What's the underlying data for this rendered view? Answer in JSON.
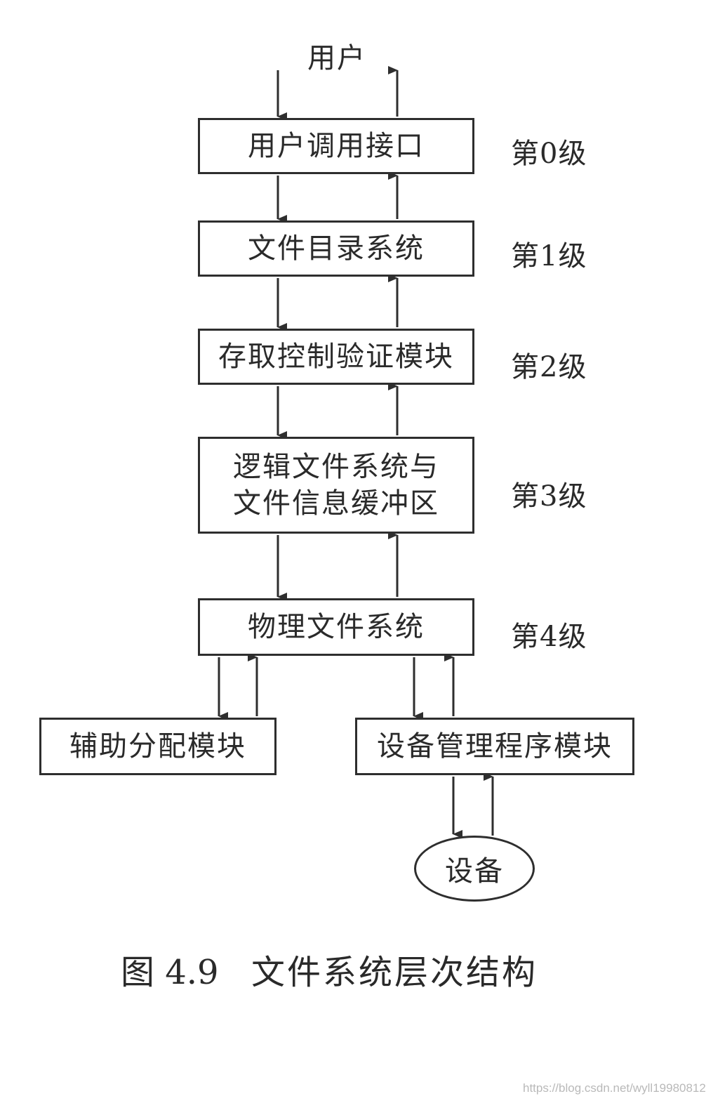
{
  "user_label": "用户",
  "levels": {
    "l0": {
      "box": "用户调用接口",
      "level": "第0级"
    },
    "l1": {
      "box": "文件目录系统",
      "level": "第1级"
    },
    "l2": {
      "box": "存取控制验证模块",
      "level": "第2级"
    },
    "l3": {
      "box_line1": "逻辑文件系统与",
      "box_line2": "文件信息缓冲区",
      "level": "第3级"
    },
    "l4": {
      "box": "物理文件系统",
      "level": "第4级"
    }
  },
  "aux_module": "辅助分配模块",
  "device_driver": "设备管理程序模块",
  "device": "设备",
  "caption": {
    "number": "图 4.9",
    "title": "文件系统层次结构"
  },
  "watermark": "https://blog.csdn.net/wyll19980812",
  "colors": {
    "line": "#2e2e2e",
    "text": "#2a2a2a"
  }
}
